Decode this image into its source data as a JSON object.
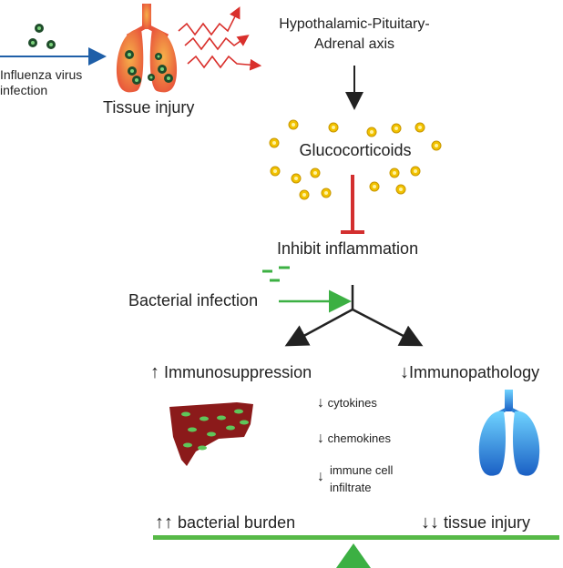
{
  "labels": {
    "influenza": "Influenza virus\ninfection",
    "tissue_injury_top": "Tissue injury",
    "hpa_line1": "Hypothalamic-Pituitary-",
    "hpa_line2": "Adrenal axis",
    "glucocorticoids": "Glucocorticoids",
    "inhibit": "Inhibit inflammation",
    "bacterial_infection": "Bacterial infection",
    "immunosuppression": "Immunosuppression",
    "immunopathology": "Immunopathology",
    "cytokines": "cytokines",
    "chemokines": "chemokines",
    "immune_cell_line1": "immune cell",
    "immune_cell_line2": "infiltrate",
    "bacterial_burden": "bacterial burden",
    "tissue_injury_bottom": "tissue injury"
  },
  "symbols": {
    "up": "↑",
    "down": "↓",
    "up_up": "↑↑",
    "down_down": "↓↓"
  },
  "colors": {
    "virus_arrow": "#1f5fa8",
    "inhibit_bar": "#d32f2f",
    "bacteria_green": "#3cb043",
    "lung_red": "#e8543a",
    "lung_orange": "#f6b04a",
    "liver_red": "#8b1a1a",
    "lung_blue": "#2a7fd4",
    "glucocorticoid_yellow": "#f2c200",
    "balance_green": "#57b947"
  },
  "icons": [
    "virus-particle-icon",
    "infected-lung-icon",
    "glucocorticoid-molecule-icon",
    "bacteria-icon",
    "liver-icon",
    "healthy-lung-icon",
    "fulcrum-icon"
  ]
}
